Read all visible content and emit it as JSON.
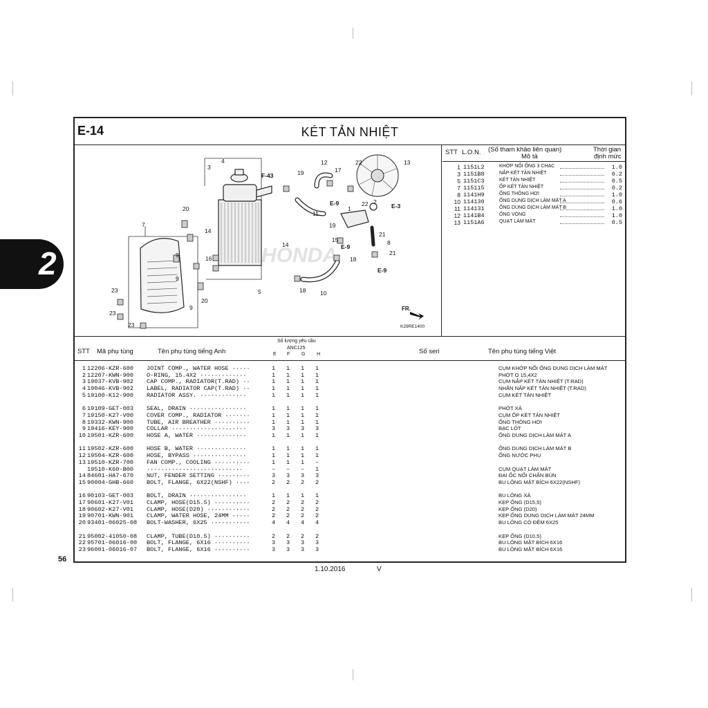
{
  "page": {
    "code": "E-14",
    "title": "KÉT TẢN NHIỆT",
    "section_tab": "2",
    "page_number": "56",
    "footer_date": "1.10.2016",
    "footer_version": "V"
  },
  "diagram": {
    "callouts": [
      "3",
      "4",
      "F-43",
      "19",
      "12",
      "17",
      "22",
      "13",
      "20",
      "7",
      "11",
      "1",
      "22",
      "2",
      "E-3",
      "E-9",
      "19",
      "14",
      "15",
      "21",
      "8",
      "E-9",
      "16",
      "14",
      "18",
      "21",
      "9",
      "9",
      "E-9",
      "9",
      "23",
      "20",
      "23",
      "23",
      "5",
      "18",
      "10"
    ],
    "fr_label": "FR.",
    "drawing_code": "K29RE1400",
    "brand_watermark": "HONDA"
  },
  "lon_table": {
    "headers": {
      "stt": "STT",
      "lon": "L.O.N.",
      "ref": "(Số tham khảo liên quan)",
      "desc": "Mô tả",
      "time1": "Thời gian",
      "time2": "định mức"
    },
    "rows": [
      {
        "stt": "1",
        "lon": "1151L2",
        "desc": "KHỚP NỐI ỐNG 3 CHẠC",
        "time": "1.0"
      },
      {
        "stt": "3",
        "lon": "1151B8",
        "desc": "NẮP KÉT TẢN NHIỆT",
        "time": "0.2"
      },
      {
        "stt": "5",
        "lon": "1151C3",
        "desc": "KÉT TẢN NHIỆT",
        "time": "0.5"
      },
      {
        "stt": "7",
        "lon": "115115",
        "desc": "ỐP KÉT TẢN NHIỆT",
        "time": "0.2"
      },
      {
        "stt": "8",
        "lon": "1141H9",
        "desc": "ỐNG THÔNG HƠI",
        "time": "1.0"
      },
      {
        "stt": "10",
        "lon": "114130",
        "desc": "ỐNG DUNG DỊCH LÀM MÁT A",
        "time": "0.6"
      },
      {
        "stt": "11",
        "lon": "114131",
        "desc": "ỐNG DUNG DỊCH LÀM MÁT B",
        "time": "1.0"
      },
      {
        "stt": "12",
        "lon": "1141B4",
        "desc": "ỐNG VÒNG",
        "time": "1.0"
      },
      {
        "stt": "13",
        "lon": "1151A6",
        "desc": "QUẠT LÀM MÁT",
        "time": "0.5"
      }
    ]
  },
  "parts_table": {
    "headers": {
      "stt": "STT",
      "part_no": "Mã phụ tùng",
      "name_en": "Tên phụ tùng tiếng Anh",
      "qty": "Số lượng yêu cầu",
      "model": "ANC125",
      "cols": [
        "E",
        "F",
        "G",
        "H"
      ],
      "serial": "Số seri",
      "name_vn": "Tên phụ tùng tiếng Việt"
    },
    "rows": [
      {
        "stt": "1",
        "part_no": "12206-KZR-600",
        "name_en": "JOINT COMP., WATER HOSE ·····",
        "qty": [
          "1",
          "1",
          "1",
          "1"
        ],
        "name_vn": "CỤM KHỚP NỐI ỐNG DUNG DỊCH LÀM MÁT"
      },
      {
        "stt": "2",
        "part_no": "12207-KWN-900",
        "name_en": "O-RING, 15.4X2 ·············",
        "qty": [
          "1",
          "1",
          "1",
          "1"
        ],
        "name_vn": "PHỚT O 15,4X2"
      },
      {
        "stt": "3",
        "part_no": "19037-KVB-902",
        "name_en": "CAP COMP., RADIATOR(T.RAD) ··",
        "qty": [
          "1",
          "1",
          "1",
          "1"
        ],
        "name_vn": "CỤM NẮP KÉT TẢN NHIỆT (T.RAD)"
      },
      {
        "stt": "4",
        "part_no": "19046-KVB-902",
        "name_en": "LABEL, RADIATOR CAP(T.RAD) ··",
        "qty": [
          "1",
          "1",
          "1",
          "1"
        ],
        "name_vn": "NHÃN NẮP KÉT TẢN NHIỆT (T.RAD)"
      },
      {
        "stt": "5",
        "part_no": "19100-K12-900",
        "name_en": "RADIATOR ASSY. ·············",
        "qty": [
          "1",
          "1",
          "1",
          "1"
        ],
        "name_vn": "CỤM KÉT TẢN NHIỆT"
      },
      {
        "stt": "6",
        "part_no": "19109-GET-003",
        "name_en": "SEAL, DRAIN ················",
        "qty": [
          "1",
          "1",
          "1",
          "1"
        ],
        "name_vn": "PHỚT XẢ"
      },
      {
        "stt": "7",
        "part_no": "19150-K27-V00",
        "name_en": "COVER COMP., RADIATOR ·······",
        "qty": [
          "1",
          "1",
          "1",
          "1"
        ],
        "name_vn": "CỤM ỐP KÉT TẢN NHIỆT"
      },
      {
        "stt": "8",
        "part_no": "19332-KWN-900",
        "name_en": "TUBE, AIR BREATHER ··········",
        "qty": [
          "1",
          "1",
          "1",
          "1"
        ],
        "name_vn": "ỐNG THÔNG HƠI"
      },
      {
        "stt": "9",
        "part_no": "19416-KEY-900",
        "name_en": "COLLAR ·····················",
        "qty": [
          "3",
          "3",
          "3",
          "3"
        ],
        "name_vn": "BẠC LÓT"
      },
      {
        "stt": "10",
        "part_no": "19501-KZR-600",
        "name_en": "HOSE A, WATER ··············",
        "qty": [
          "1",
          "1",
          "1",
          "1"
        ],
        "name_vn": "ỐNG DUNG DỊCH LÀM MÁT A"
      },
      {
        "stt": "11",
        "part_no": "19502-KZR-600",
        "name_en": "HOSE B, WATER ··············",
        "qty": [
          "1",
          "1",
          "1",
          "1"
        ],
        "name_vn": "ỐNG DUNG DỊCH LÀM MÁT B"
      },
      {
        "stt": "12",
        "part_no": "19504-KZR-600",
        "name_en": "HOSE, BYPASS ···············",
        "qty": [
          "1",
          "1",
          "1",
          "1"
        ],
        "name_vn": "ỐNG NƯỚC PHỤ"
      },
      {
        "stt": "13",
        "part_no": "19510-KZR-700",
        "name_en": "FAN COMP., COOLING ··········",
        "qty": [
          "1",
          "1",
          "1",
          "–"
        ],
        "name_vn": ""
      },
      {
        "stt": "",
        "part_no": "19510-K60-B00",
        "name_en": "···························",
        "qty": [
          "–",
          "–",
          "–",
          "1"
        ],
        "name_vn": "CỤM QUẠT LÀM MÁT"
      },
      {
        "stt": "14",
        "part_no": "84601-HA7-670",
        "name_en": "NUT, FENDER SETTING ·········",
        "qty": [
          "3",
          "3",
          "3",
          "3"
        ],
        "name_vn": "ĐAI ỐC NỐI CHẮN BÙN"
      },
      {
        "stt": "15",
        "part_no": "90004-GHB-660",
        "name_en": "BOLT, FLANGE, 6X22(NSHF) ····",
        "qty": [
          "2",
          "2",
          "2",
          "2"
        ],
        "name_vn": "BU LÔNG MẶT BÍCH 6X22(NSHF)"
      },
      {
        "stt": "16",
        "part_no": "90103-GET-003",
        "name_en": "BOLT, DRAIN ················",
        "qty": [
          "1",
          "1",
          "1",
          "1"
        ],
        "name_vn": "BU LÔNG XẢ"
      },
      {
        "stt": "17",
        "part_no": "90601-K27-V01",
        "name_en": "CLAMP, HOSE(D15.5) ··········",
        "qty": [
          "2",
          "2",
          "2",
          "2"
        ],
        "name_vn": "KẸP ỐNG (D15,5)"
      },
      {
        "stt": "18",
        "part_no": "90602-K27-V01",
        "name_en": "CLAMP, HOSE(D20) ············",
        "qty": [
          "2",
          "2",
          "2",
          "2"
        ],
        "name_vn": "KẸP ỐNG (D20)"
      },
      {
        "stt": "19",
        "part_no": "90701-KWN-901",
        "name_en": "CLAMP, WATER HOSE, 24MM ·····",
        "qty": [
          "2",
          "2",
          "2",
          "2"
        ],
        "name_vn": "KẸP ỐNG DUNG DỊCH LÀM MÁT 24MM"
      },
      {
        "stt": "20",
        "part_no": "93401-06025-08",
        "name_en": "BOLT-WASHER, 6X25 ···········",
        "qty": [
          "4",
          "4",
          "4",
          "4"
        ],
        "name_vn": "BU LÔNG CÓ ĐỆM 6X25"
      },
      {
        "stt": "21",
        "part_no": "95002-41050-08",
        "name_en": "CLAMP, TUBE(D10.5) ··········",
        "qty": [
          "2",
          "2",
          "2",
          "2"
        ],
        "name_vn": "KẸP ỐNG (D10,5)"
      },
      {
        "stt": "22",
        "part_no": "95701-06016-00",
        "name_en": "BOLT, FLANGE, 6X16 ··········",
        "qty": [
          "3",
          "3",
          "3",
          "3"
        ],
        "name_vn": "BU LÔNG MẶT BÍCH 6X16"
      },
      {
        "stt": "23",
        "part_no": "96001-06016-07",
        "name_en": "BOLT, FLANGE, 6X16 ··········",
        "qty": [
          "3",
          "3",
          "3",
          "3"
        ],
        "name_vn": "BU LÔNG MẶT BÍCH 6X16"
      }
    ]
  }
}
